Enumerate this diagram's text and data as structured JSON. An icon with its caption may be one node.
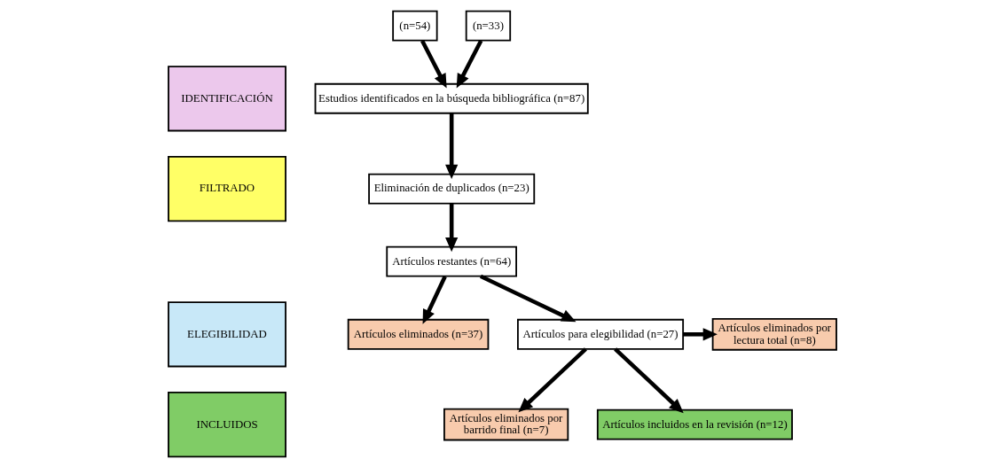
{
  "diagram": {
    "nodes": [
      {
        "text": [
          "IDENTIFICACIÓN"
        ]
      },
      {
        "text": [
          "FILTRADO"
        ]
      },
      {
        "text": [
          "ELEGIBILIDAD"
        ]
      },
      {
        "text": [
          "INCLUIDOS"
        ]
      },
      {
        "text": [
          "(n=54)"
        ]
      },
      {
        "text": [
          "(n=33)"
        ]
      },
      {
        "text": [
          "Estudios identificados en la búsqueda bibliográfica (n=87)"
        ]
      },
      {
        "text": [
          "Eliminación de duplicados (n=23)"
        ]
      },
      {
        "text": [
          "Artículos restantes (n=64)"
        ]
      },
      {
        "text": [
          "Artículos eliminados (n=37)"
        ]
      },
      {
        "text": [
          "Artículos para elegibilidad (n=27)"
        ]
      },
      {
        "text": [
          "Artículos eliminados por lectura total (n=8)"
        ]
      },
      {
        "text": [
          "Artículos eliminados por barrido final (n=7)"
        ]
      },
      {
        "text": [
          "Artículos incluidos en la revisión (n=12)"
        ]
      }
    ],
    "edges": [
      {
        "from": 4,
        "to": 6,
        "arrow": "to"
      },
      {
        "from": 5,
        "to": 6,
        "arrow": "to"
      },
      {
        "from": 6,
        "to": 7,
        "arrow": "to"
      },
      {
        "from": 7,
        "to": 8,
        "arrow": "to"
      },
      {
        "from": 8,
        "to": 9,
        "arrow": "to"
      },
      {
        "from": 8,
        "to": 10,
        "arrow": "to"
      },
      {
        "from": 10,
        "to": 11,
        "arrow": "to"
      },
      {
        "from": 10,
        "to": 12,
        "arrow": "to"
      },
      {
        "from": 10,
        "to": 13,
        "arrow": "to"
      }
    ]
  }
}
